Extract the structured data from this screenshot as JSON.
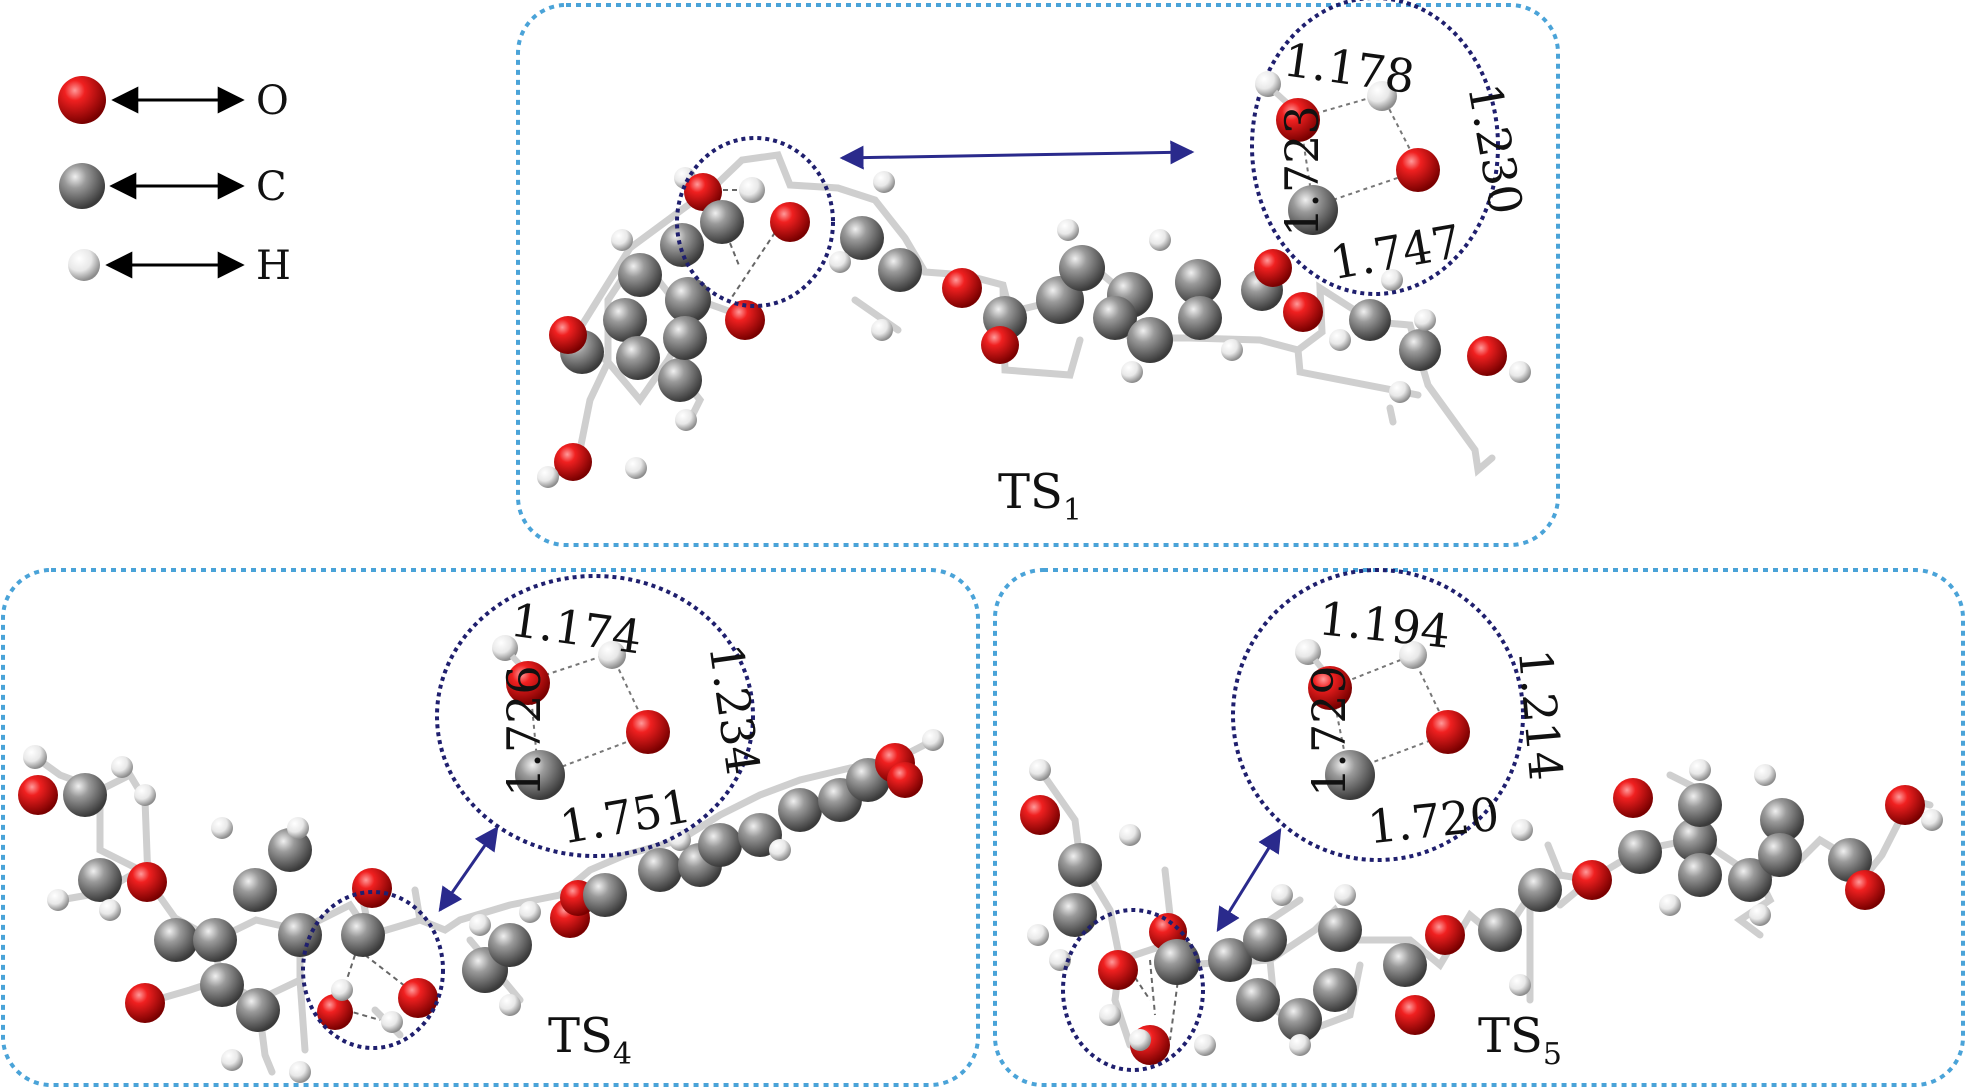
{
  "legend": {
    "items": [
      {
        "element": "O",
        "label": "O",
        "color": "#e3161b"
      },
      {
        "element": "C",
        "label": "C",
        "color": "#8a8a8a"
      },
      {
        "element": "H",
        "label": "H",
        "color": "#f2f2f2"
      }
    ]
  },
  "panels": [
    {
      "id": "ts1",
      "label_main": "TS",
      "label_sub": "1",
      "distances": {
        "top": "1.178",
        "right": "1.230",
        "left": "1.723",
        "bottom": "1.747"
      }
    },
    {
      "id": "ts4",
      "label_main": "TS",
      "label_sub": "4",
      "distances": {
        "top": "1.174",
        "right": "1.234",
        "left": "1.726",
        "bottom": "1.751"
      }
    },
    {
      "id": "ts5",
      "label_main": "TS",
      "label_sub": "5",
      "distances": {
        "top": "1.194",
        "right": "1.214",
        "left": "1.729",
        "bottom": "1.720"
      }
    }
  ],
  "colors": {
    "panel_border": "#4aa3d8",
    "circle_border": "#1f1f6e",
    "arrow": "#2a2a8c",
    "bond": "#d0d0d0",
    "dash": "#777777"
  }
}
